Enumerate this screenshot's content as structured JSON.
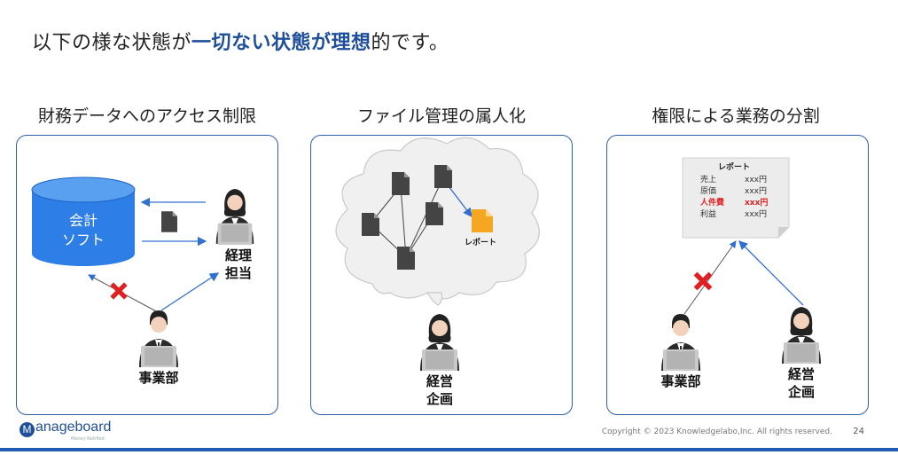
{
  "headline": {
    "prefix": "以下の様な状態が",
    "highlight": "一切ない状態が理想",
    "suffix": "的です。"
  },
  "columns": [
    {
      "title": "財務データへのアクセス制限"
    },
    {
      "title": "ファイル管理の属人化"
    },
    {
      "title": "権限による業務の分割"
    }
  ],
  "panel1": {
    "db_line1": "会計",
    "db_line2": "ソフト",
    "accountant_line1": "経理",
    "accountant_line2": "担当",
    "business_dept": "事業部"
  },
  "panel2": {
    "report_label": "レポート",
    "planner_line1": "経営",
    "planner_line2": "企画"
  },
  "panel3": {
    "report_title": "レポート",
    "rows": [
      {
        "label": "売上",
        "value": "xxx円"
      },
      {
        "label": "原価",
        "value": "xxx円"
      },
      {
        "label": "人件費",
        "value": "xxx円"
      },
      {
        "label": "利益",
        "value": "xxx円"
      }
    ],
    "business_dept": "事業部",
    "planner_line1": "経営",
    "planner_line2": "企画"
  },
  "footer": {
    "logo_text": "anageboard",
    "logo_initial": "M",
    "logo_sub": "Money Notified",
    "copyright": "Copyright © 2023 Knowledgelabo,Inc. All rights reserved.",
    "page_number": "24"
  },
  "colors": {
    "accent": "#1f4f9a",
    "database": "#2d7ee6",
    "report_orange": "#f5a623",
    "cross_red": "#e02020"
  }
}
